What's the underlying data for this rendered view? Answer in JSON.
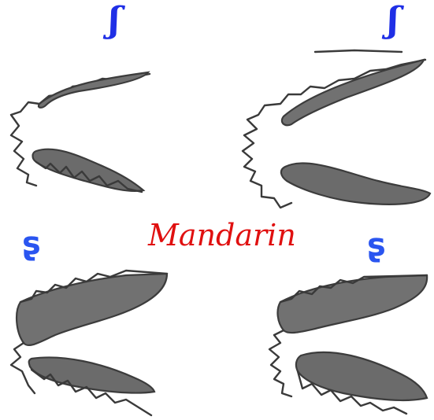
{
  "symbols": {
    "top_left": "ʃ",
    "top_right": "ʃ",
    "bottom_left": "ʂ",
    "bottom_right": "ʂ"
  },
  "label": "Mandarin",
  "colors": {
    "symbol": "#1f2fe6",
    "label": "#e01010",
    "drawing": "#5a5a5a"
  }
}
